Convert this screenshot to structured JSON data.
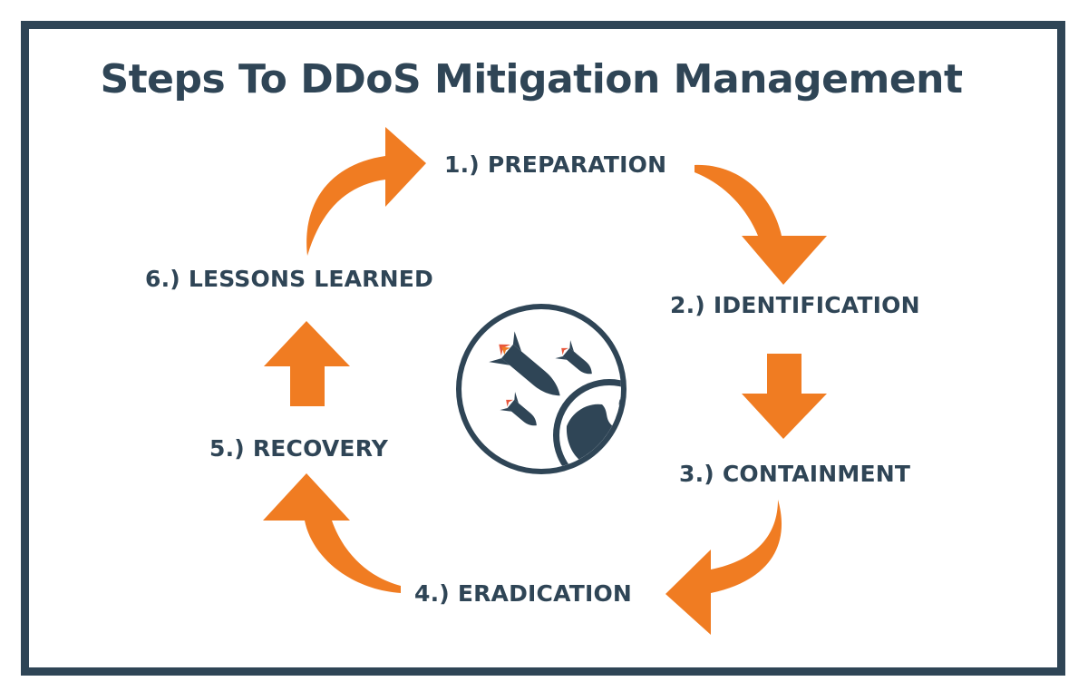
{
  "title": "Steps To DDoS Mitigation Management",
  "steps": [
    {
      "label": "1.) PREPARATION"
    },
    {
      "label": "2.) IDENTIFICATION"
    },
    {
      "label": "3.) CONTAINMENT"
    },
    {
      "label": "4.) ERADICATION"
    },
    {
      "label": "5.) RECOVERY"
    },
    {
      "label": "6.) LESSONS LEARNED"
    }
  ],
  "colors": {
    "primary": "#2f4556",
    "accent": "#f07c22",
    "flame": "#e8573c"
  },
  "icons": {
    "center": "ddos-attack-icon"
  }
}
